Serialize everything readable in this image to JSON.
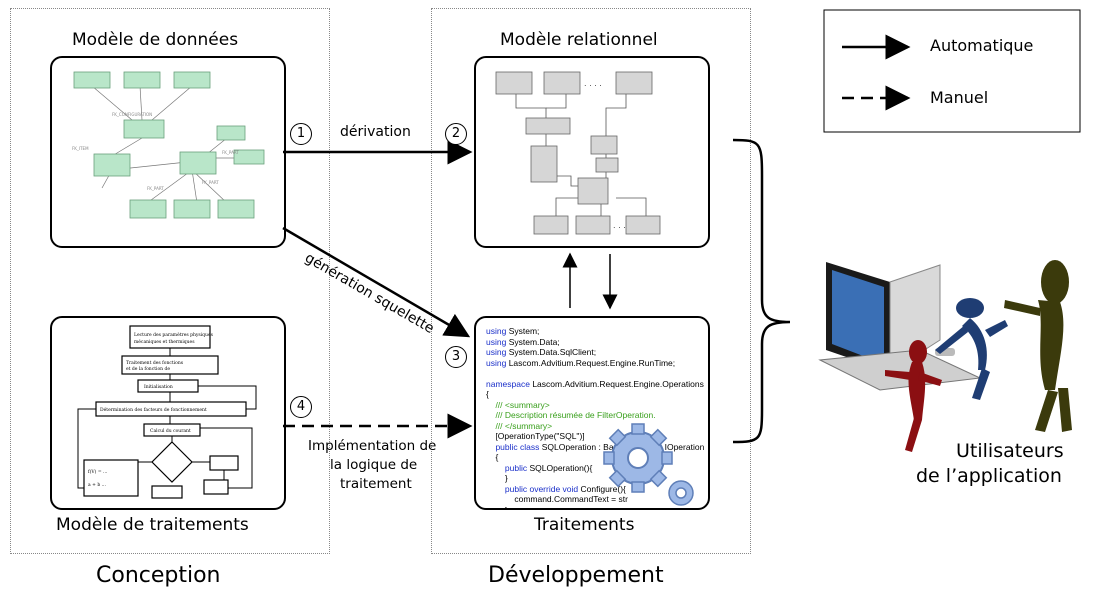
{
  "sections": {
    "conception": "Conception",
    "developpement": "Développement"
  },
  "panels": {
    "modele_donnees": "Modèle de données",
    "modele_relationnel": "Modèle relationnel",
    "modele_traitements": "Modèle de traitements",
    "traitements": "Traitements"
  },
  "arrows": {
    "derivation": "dérivation",
    "generation": "génération squelette",
    "implementation_line1": "Implémentation de",
    "implementation_line2": "la logique de",
    "implementation_line3": "traitement"
  },
  "steps": [
    "1",
    "2",
    "3",
    "4"
  ],
  "legend": {
    "automatique": "Automatique",
    "manuel": "Manuel"
  },
  "users": {
    "line1": "Utilisateurs",
    "line2": "de l’application"
  },
  "code": {
    "l1_kw": "using",
    "l1": " System;",
    "l2_kw": "using",
    "l2": " System.Data;",
    "l3_kw": "using",
    "l3": " System.Data.SqlClient;",
    "l4_kw": "using",
    "l4": " Lascom.Advitium.Request.Engine.RunTime;",
    "l5_kw": "namespace",
    "l5": " Lascom.Advitium.Request.Engine.Operations",
    "l6": "{",
    "l7": "    /// <summary>",
    "l8": "    /// Description résumée de FilterOperation.",
    "l9": "    /// </summary>",
    "l10": "    [OperationType(\"SQL\")]",
    "l11_kw": "    public class",
    "l11": " SQLOperation : BaseOperation, IOperation",
    "l12": "    {",
    "l13_kw": "        public",
    "l13": " SQLOperation(){",
    "l14": "        }",
    "l15_kw": "        public override void",
    "l15": " Configure(){",
    "l16": "            command.CommandText = str",
    "l17": "        }",
    "l18": "}"
  },
  "colors": {
    "green_table": "#b9e6c9",
    "gray_table": "#d6d6d6",
    "keyword": "#1a2fc9",
    "comment": "#3aa01d",
    "user_red": "#8b0f12",
    "user_blue": "#1f3d73",
    "user_olive": "#3b3a0c"
  }
}
